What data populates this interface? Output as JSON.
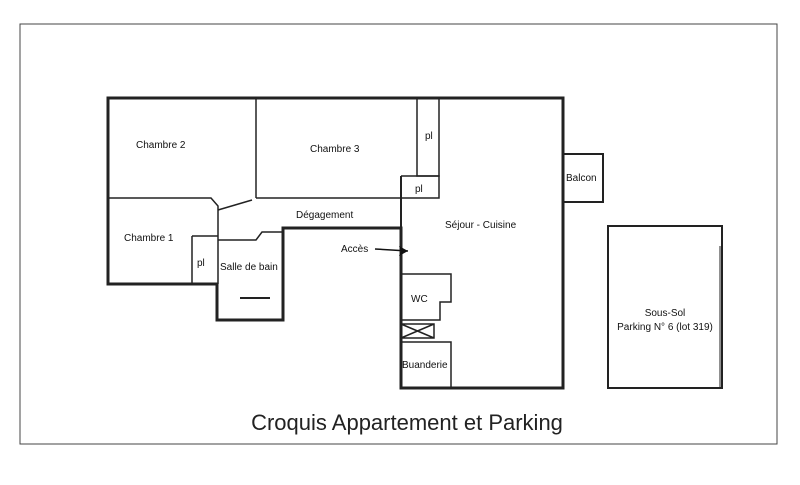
{
  "title": "Croquis Appartement et Parking",
  "rooms": {
    "chambre2": "Chambre 2",
    "chambre3": "Chambre 3",
    "chambre1": "Chambre 1",
    "degagement": "Dégagement",
    "sejour": "Séjour - Cuisine",
    "balcon": "Balcon",
    "salle_de_bain": "Salle de bain",
    "wc": "WC",
    "buanderie": "Buanderie",
    "placard": "pl",
    "acces": "Accès"
  },
  "parking": {
    "line1": "Sous-Sol",
    "line2": "Parking N° 6 (lot 319)"
  }
}
